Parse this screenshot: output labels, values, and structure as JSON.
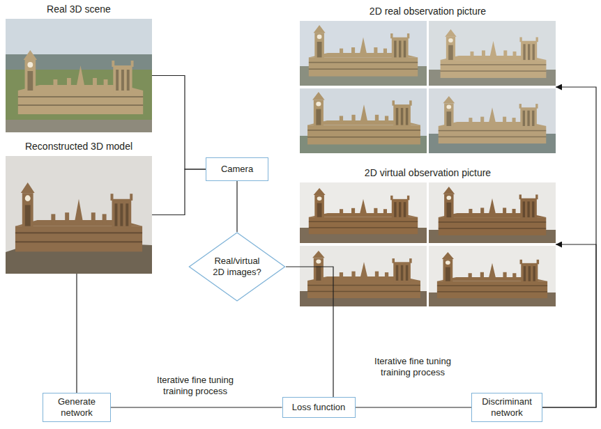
{
  "diagram": {
    "nodes": [
      {
        "text": [
          "Real 3D scene"
        ]
      },
      {
        "text": [
          "2D real observation picture"
        ]
      },
      {
        "text": [
          "Camera"
        ]
      },
      {
        "text": [
          "Reconstructed 3D model"
        ]
      },
      {
        "text": [
          "2D virtual observation picture"
        ]
      },
      {
        "text": [
          "Real/virtual 2D images?"
        ]
      },
      {
        "text": [
          "Generate network"
        ]
      },
      {
        "text": [
          "Loss function"
        ]
      },
      {
        "text": [
          "Discriminant network"
        ]
      }
    ],
    "edges": [
      {
        "from": 0,
        "to": 2,
        "arrow": "none"
      },
      {
        "from": 3,
        "to": 2,
        "arrow": "none"
      },
      {
        "from": 2,
        "to": 5,
        "arrow": "none"
      },
      {
        "from": 3,
        "to": 6,
        "arrow": "none"
      },
      {
        "from": 5,
        "to": 7,
        "arrow": "none"
      },
      {
        "from": 6,
        "to": 7,
        "label": "Iterative fine tuning training process",
        "arrow": "none"
      },
      {
        "from": 7,
        "to": 8,
        "label": "Iterative fine tuning training process",
        "arrow": "none"
      },
      {
        "from": 8,
        "to": 1,
        "arrow": "to"
      },
      {
        "from": 8,
        "to": 4,
        "arrow": "to"
      }
    ]
  }
}
